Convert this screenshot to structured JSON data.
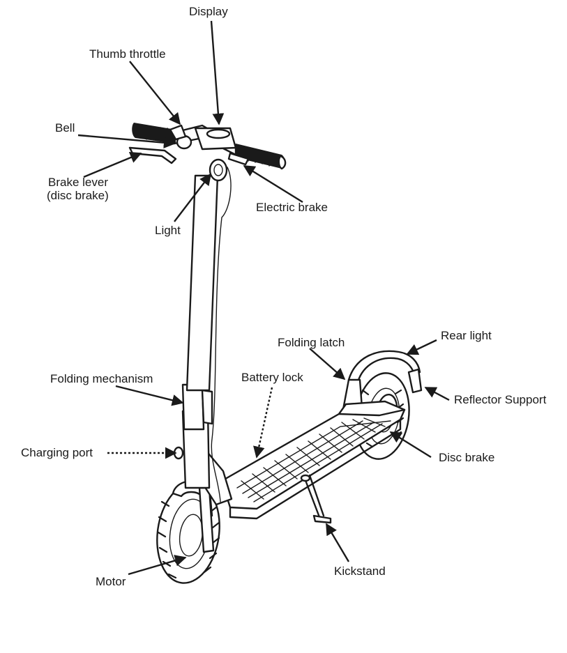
{
  "labels": {
    "display": "Display",
    "thumb_throttle": "Thumb throttle",
    "bell": "Bell",
    "brake_lever_line1": "Brake lever",
    "brake_lever_line2": "(disc brake)",
    "electric_brake": "Electric brake",
    "light": "Light",
    "rear_light": "Rear light",
    "folding_latch": "Folding latch",
    "reflector_support": "Reflector Support",
    "folding_mechanism": "Folding mechanism",
    "battery_lock": "Battery lock",
    "charging_port": "Charging port",
    "disc_brake": "Disc brake",
    "motor": "Motor",
    "kickstand": "Kickstand"
  },
  "colors": {
    "ink": "#1a1a1a",
    "background": "#ffffff"
  }
}
